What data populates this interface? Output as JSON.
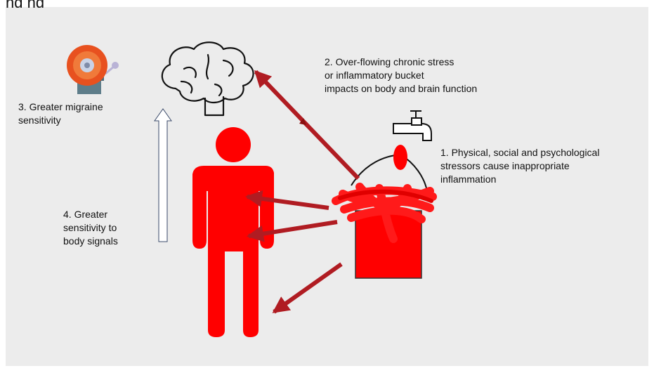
{
  "title_fragment": "ng ng",
  "labels": {
    "step1": "1.   Physical, social and psychological\n stressors cause inappropriate\ninflammation",
    "step2": "2. Over-flowing chronic stress\nor inflammatory bucket\nimpacts on body and brain function",
    "step3": "3. Greater migraine\nsensitivity",
    "step4": "4. Greater\nsensitivity to\nbody signals"
  },
  "icons": [
    "alarm-bell-icon",
    "brain-icon",
    "faucet-icon",
    "person-icon",
    "bucket-icon"
  ],
  "colors": {
    "background": "#ececec",
    "figure_red": "#ff0000",
    "arrow_dark_red": "#b01c22",
    "bell_orange": "#e8511f",
    "bell_base": "#5e7d8a"
  }
}
